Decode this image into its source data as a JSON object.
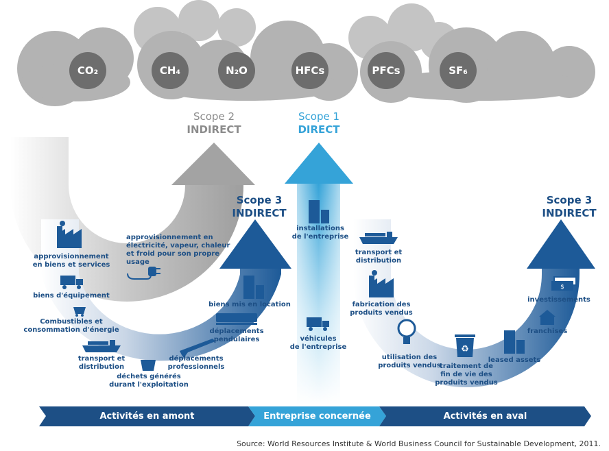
{
  "gases": [
    {
      "label": "CO₂"
    },
    {
      "label": "CH₄"
    },
    {
      "label": "N₂O"
    },
    {
      "label": "HFCs"
    },
    {
      "label": "PFCs"
    },
    {
      "label": "SF₆"
    }
  ],
  "scopes": {
    "scope2": {
      "title": "Scope 2",
      "subtitle": "INDIRECT",
      "color": "#8c8c8c"
    },
    "scope1": {
      "title": "Scope 1",
      "subtitle": "DIRECT",
      "color": "#35a3d8"
    },
    "scope3_up": {
      "title": "Scope 3",
      "subtitle": "INDIRECT",
      "color": "#1d4f85"
    },
    "scope3_down": {
      "title": "Scope 3",
      "subtitle": "INDIRECT",
      "color": "#1d4f85"
    }
  },
  "upstream_items": [
    {
      "label": "approvisionnement\nen biens et services",
      "icon": "factory-icon"
    },
    {
      "label": "biens d'équipement",
      "icon": "truck-icon"
    },
    {
      "label": "Combustibles et\nconsommation d'énergie",
      "icon": "coal-wagon-icon"
    },
    {
      "label": "transport et\ndistribution",
      "icon": "ship-icon"
    },
    {
      "label": "déchets générés\ndurant l'exploitation",
      "icon": "dumpster-icon"
    },
    {
      "label": "déplacements\nprofessionnels",
      "icon": "airplane-icon"
    },
    {
      "label": "déplacements\npendulaires",
      "icon": "train-icon"
    },
    {
      "label": "biens mis en location",
      "icon": "buildings-icon"
    }
  ],
  "scope2_item": {
    "label": "approvisionnement en\nélectricité, vapeur, chaleur\net froid pour son propre\nusage",
    "icon": "plug-icon"
  },
  "direct_items": [
    {
      "label": "installations\nde l'entreprise",
      "icon": "buildings-icon"
    },
    {
      "label": "véhicules\nde l'entreprise",
      "icon": "truck-icon"
    }
  ],
  "downstream_items": [
    {
      "label": "transport et\ndistribution",
      "icon": "ship-icon"
    },
    {
      "label": "fabrication des\nproduits vendus",
      "icon": "factory-icon"
    },
    {
      "label": "utilisation des\nproduits vendus",
      "icon": "lightbulb-icon"
    },
    {
      "label": "traitement de\nfin de vie des\nproduits vendus",
      "icon": "recycle-bin-icon"
    },
    {
      "label": "leased assets",
      "icon": "buildings-icon"
    },
    {
      "label": "franchises",
      "icon": "house-icon"
    },
    {
      "label": "investissements",
      "icon": "money-icon"
    }
  ],
  "banners": {
    "upstream": "Activités en amont",
    "company": "Entreprise concernée",
    "downstream": "Activités en aval"
  },
  "source": "Source: World Resources Institute & World Business Council for Sustainable Development, 2011.",
  "colors": {
    "dark_blue": "#1d5a98",
    "light_blue": "#35a3d8",
    "grey": "#a3a3a3",
    "cloud": "#b3b3b3",
    "gas_circle": "#6d6d6d"
  }
}
